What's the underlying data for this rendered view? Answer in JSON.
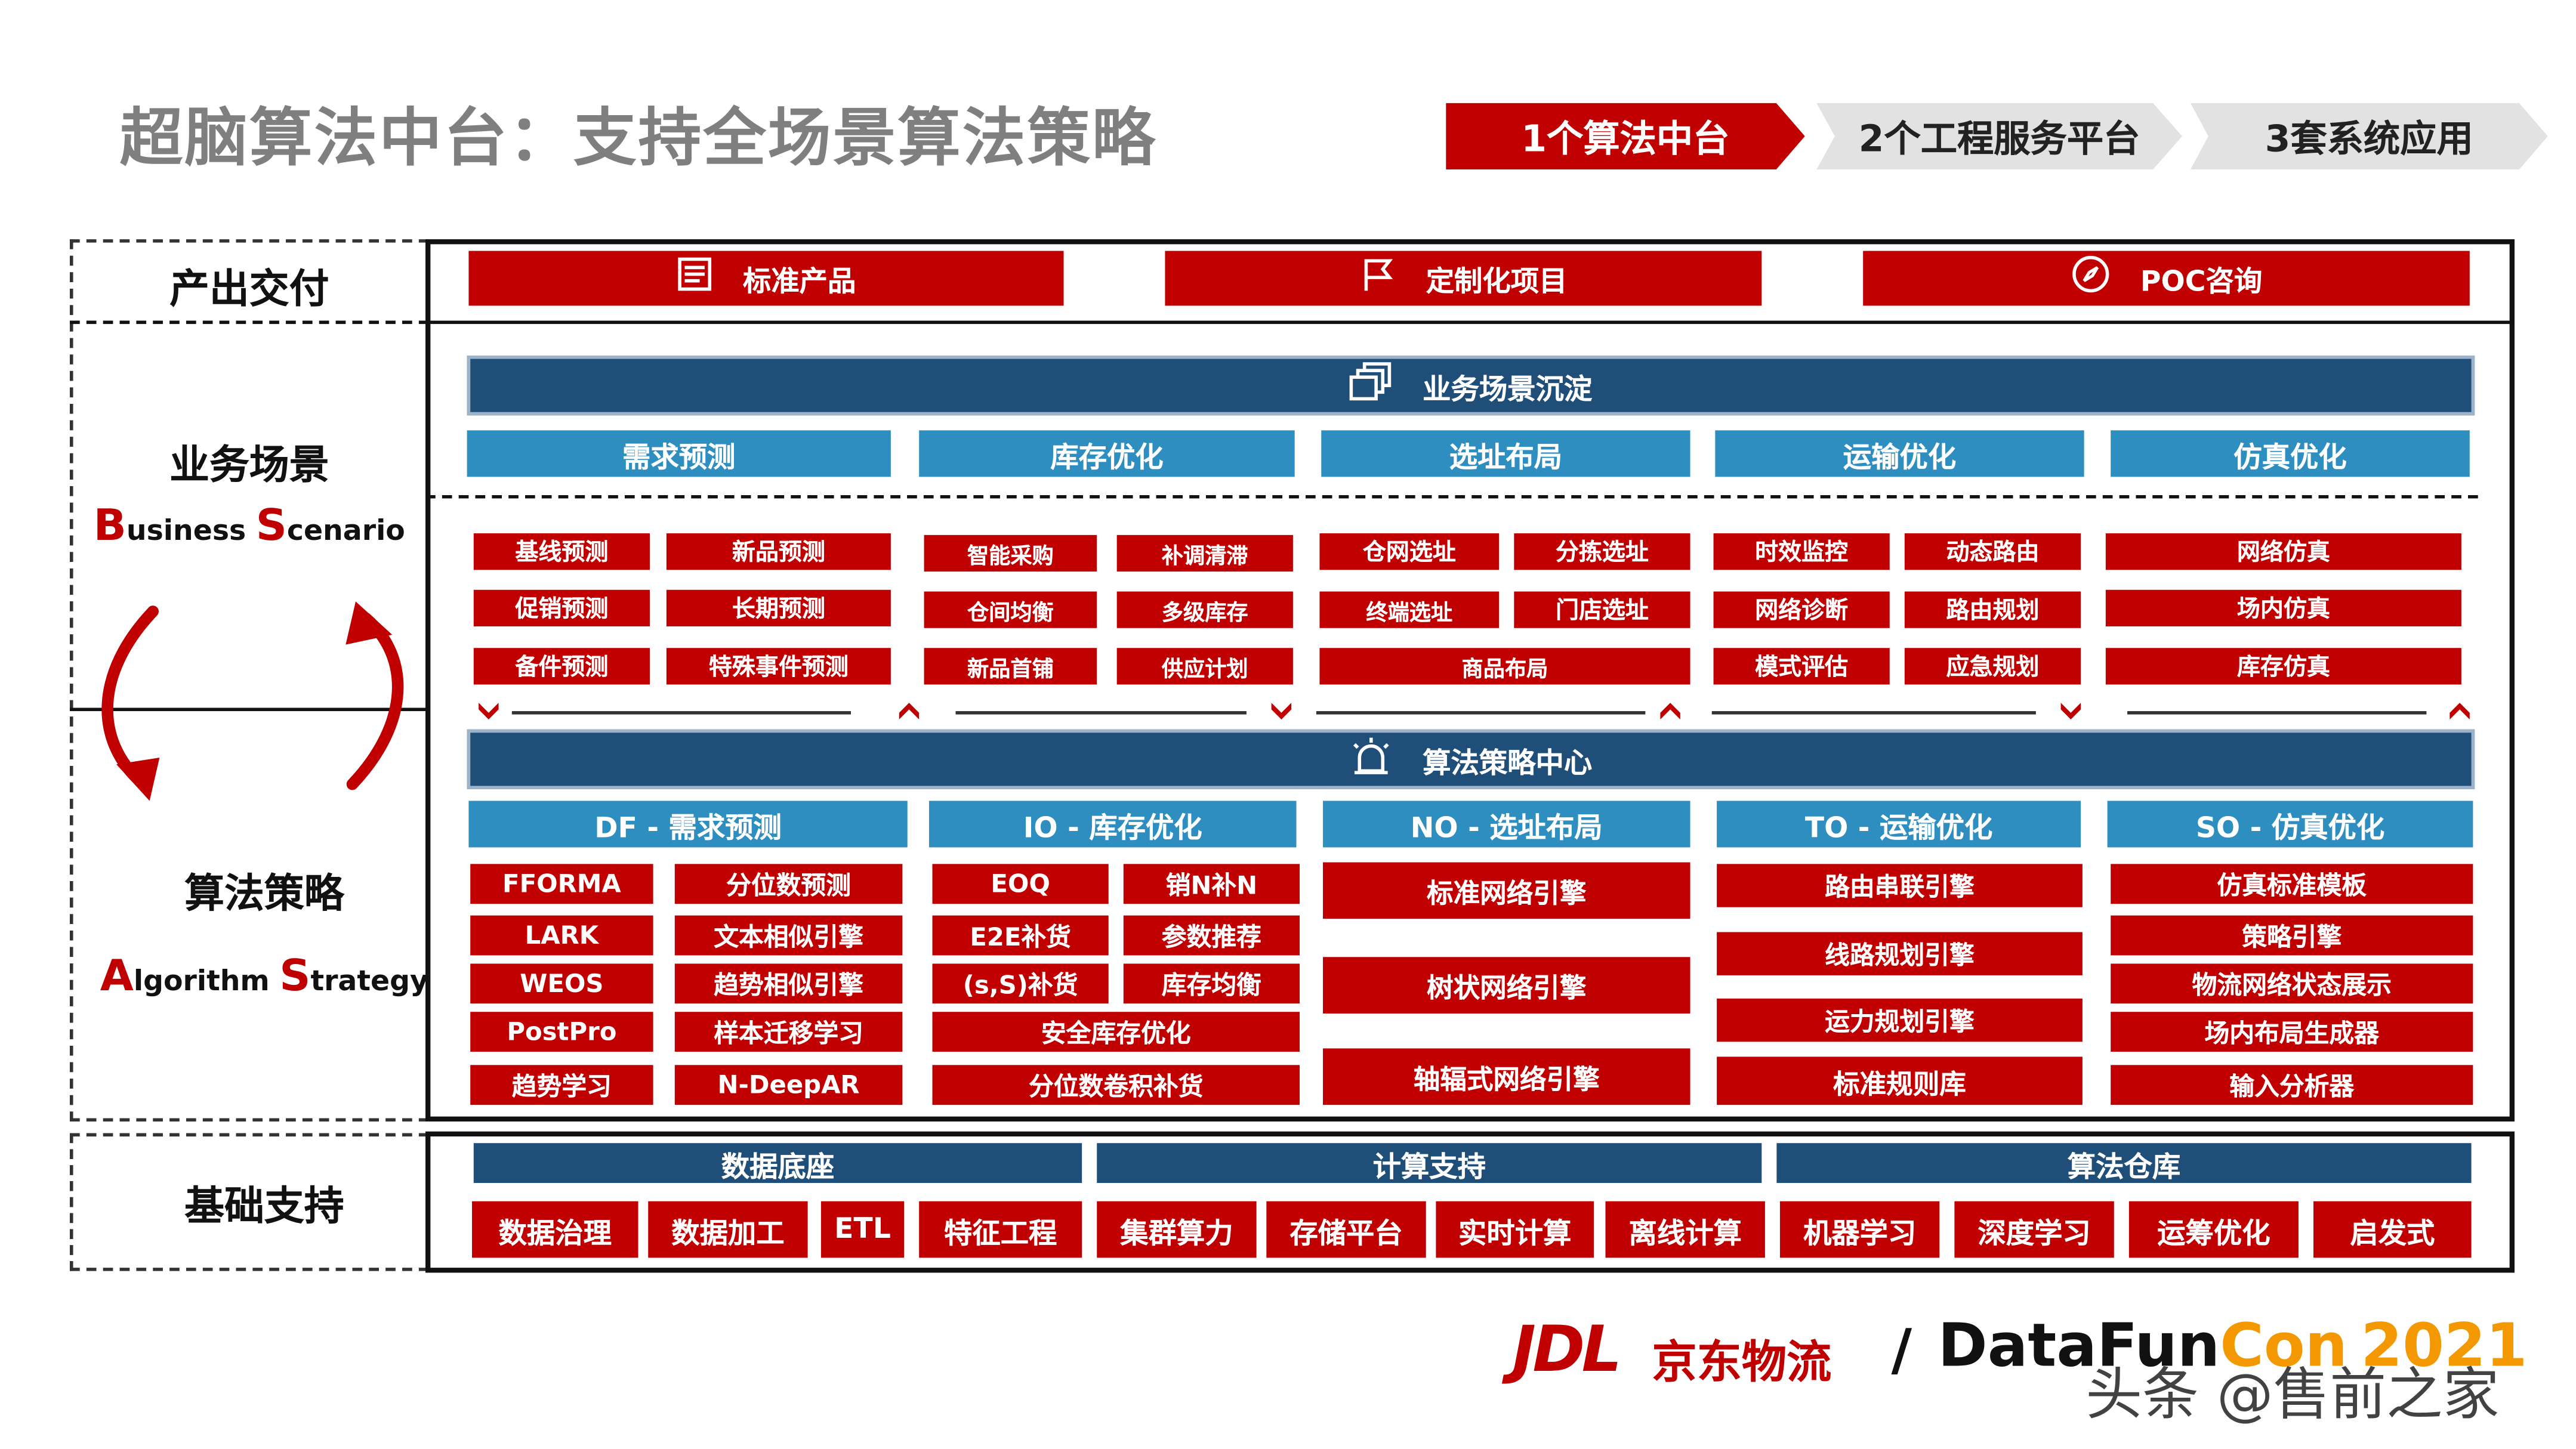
{
  "title": "超脑算法中台：支持全场景算法策略",
  "steps": [
    "1个算法中台",
    "2个工程服务平台",
    "3套系统应用"
  ],
  "rows": {
    "delivery": "产出交付",
    "business_cn": "业务场景",
    "business_en_b": "B",
    "business_en_b_rest": "usiness ",
    "business_en_s": "S",
    "business_en_s_rest": "cenario",
    "algo_cn": "算法策略",
    "algo_en_a": "A",
    "algo_en_a_rest": "lgorithm ",
    "algo_en_s": "S",
    "algo_en_s_rest": "trategy",
    "basic": "基础支持"
  },
  "delivery_items": [
    {
      "label": "标准产品",
      "icon": "document-icon"
    },
    {
      "label": "定制化项目",
      "icon": "flag-icon"
    },
    {
      "label": "POC咨询",
      "icon": "compass-icon"
    }
  ],
  "business": {
    "header": "业务场景沉淀",
    "categories": [
      "需求预测",
      "库存优化",
      "选址布局",
      "运输优化",
      "仿真优化"
    ],
    "demand": [
      "基线预测",
      "新品预测",
      "促销预测",
      "长期预测",
      "备件预测",
      "特殊事件预测"
    ],
    "inventory": [
      "智能采购",
      "补调清滞",
      "仓间均衡",
      "多级库存",
      "新品首铺",
      "供应计划"
    ],
    "location": [
      "仓网选址",
      "分拣选址",
      "终端选址",
      "门店选址",
      "商品布局"
    ],
    "transport": [
      "时效监控",
      "动态路由",
      "网络诊断",
      "路由规划",
      "模式评估",
      "应急规划"
    ],
    "simulation": [
      "网络仿真",
      "场内仿真",
      "库存仿真"
    ]
  },
  "algo": {
    "header": "算法策略中心",
    "categories": [
      "DF - 需求预测",
      "IO - 库存优化",
      "NO - 选址布局",
      "TO - 运输优化",
      "SO - 仿真优化"
    ],
    "df": [
      "FFORMA",
      "分位数预测",
      "LARK",
      "文本相似引擎",
      "WEOS",
      "趋势相似引擎",
      "PostPro",
      "样本迁移学习",
      "趋势学习",
      "N-DeepAR"
    ],
    "io": [
      "EOQ",
      "销N补N",
      "E2E补货",
      "参数推荐",
      "(s,S)补货",
      "库存均衡",
      "安全库存优化",
      "分位数卷积补货"
    ],
    "no": [
      "标准网络引擎",
      "树状网络引擎",
      "轴辐式网络引擎"
    ],
    "to": [
      "路由串联引擎",
      "线路规划引擎",
      "运力规划引擎",
      "标准规则库"
    ],
    "so": [
      "仿真标准模板",
      "策略引擎",
      "物流网络状态展示",
      "场内布局生成器",
      "输入分析器"
    ]
  },
  "basic": {
    "groups": [
      "数据底座",
      "计算支持",
      "算法仓库"
    ],
    "items": [
      "数据治理",
      "数据加工",
      "ETL",
      "特征工程",
      "集群算力",
      "存储平台",
      "实时计算",
      "离线计算",
      "机器学习",
      "深度学习",
      "运筹优化",
      "启发式"
    ]
  },
  "footer": {
    "jdl": "JDL",
    "jd_cn": "京东物流",
    "slash": "/",
    "datafun": "DataFun",
    "con": "Con",
    "year": "2021",
    "watermark": "头条 @售前之家"
  },
  "colors": {
    "red": "#c00000",
    "navy": "#1f4e79",
    "blue": "#2e8ec0",
    "gray": "#7f7f7f",
    "orange": "#f39800"
  }
}
